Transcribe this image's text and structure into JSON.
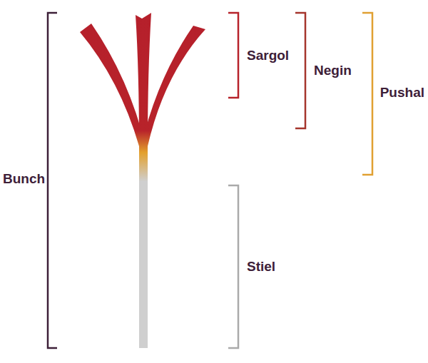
{
  "diagram": {
    "labels": [
      "Sargol",
      "Negin",
      "Pushal",
      "Bunch",
      "Stiel"
    ]
  }
}
